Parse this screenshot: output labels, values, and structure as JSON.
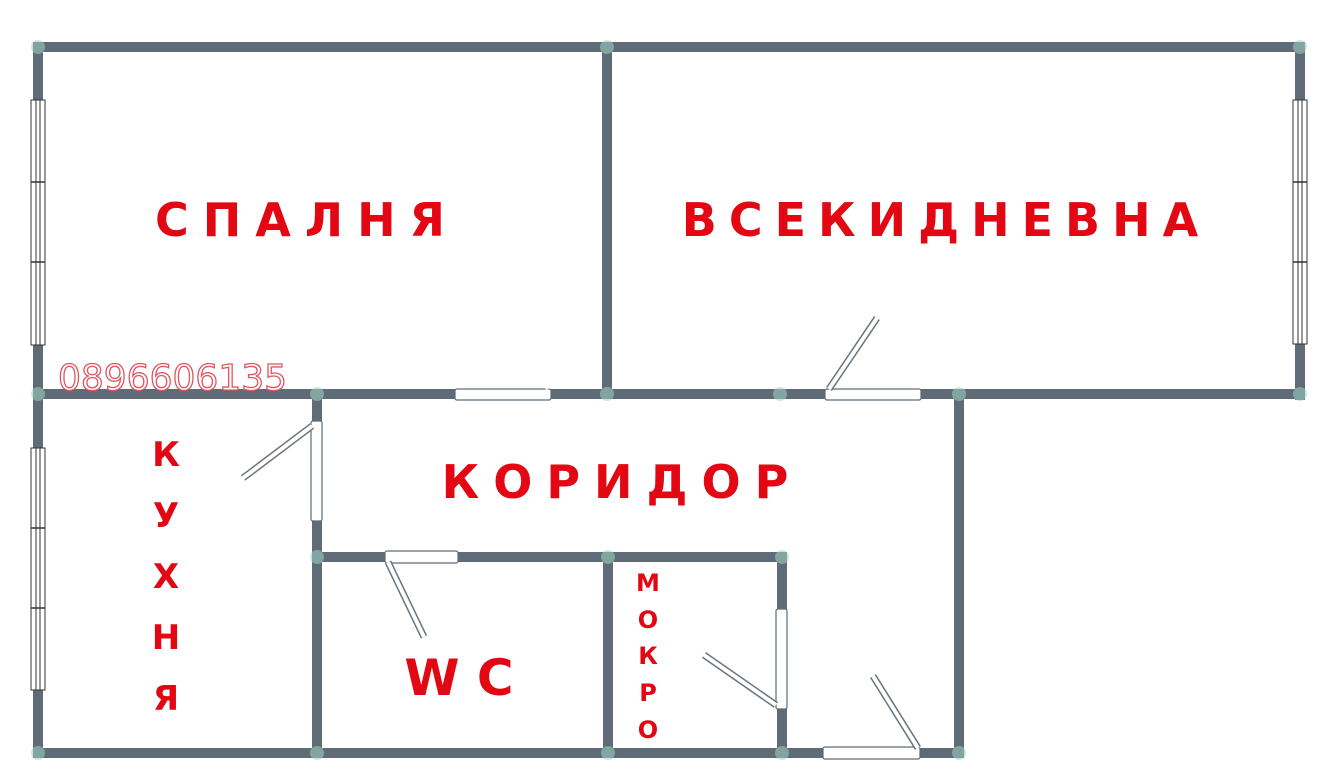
{
  "plan": {
    "title": "Floor plan",
    "rooms": [
      {
        "id": "bedroom",
        "label": "СПАЛНЯ",
        "orientation": "horizontal"
      },
      {
        "id": "living-room",
        "label": "ВСЕКИДНЕВНА",
        "orientation": "horizontal"
      },
      {
        "id": "corridor",
        "label": "КОРИДОР",
        "orientation": "horizontal"
      },
      {
        "id": "kitchen",
        "label": "КУХНЯ",
        "orientation": "vertical",
        "letters": [
          "К",
          "У",
          "Х",
          "Н",
          "Я"
        ]
      },
      {
        "id": "wc",
        "label": "W C",
        "orientation": "horizontal"
      },
      {
        "id": "wet-room",
        "label": "МОКРО",
        "orientation": "vertical",
        "letters": [
          "М",
          "О",
          "К",
          "Р",
          "О"
        ]
      }
    ],
    "watermark_phone": "0896606135",
    "colors": {
      "wall": "#5f6b76",
      "label": "#e30613",
      "watermark_outline": "#e05560",
      "node": "#9fd6c4"
    }
  }
}
